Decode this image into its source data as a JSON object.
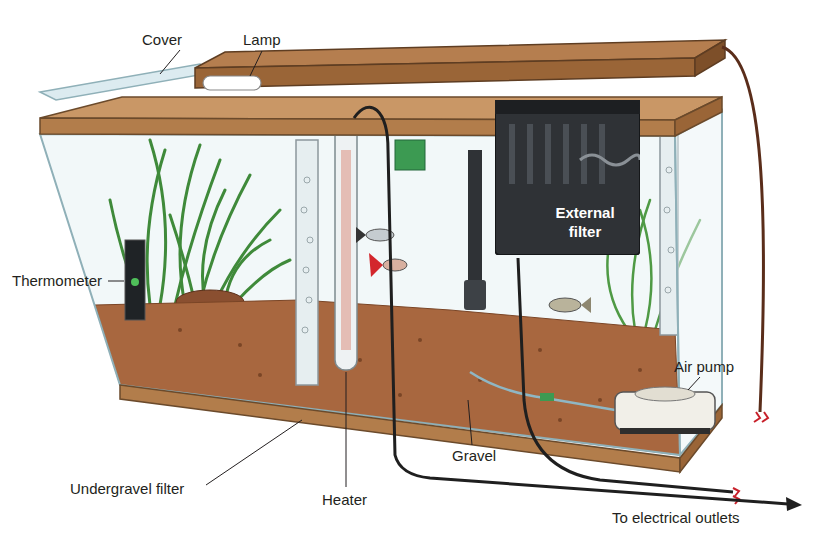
{
  "diagram": {
    "nodes": [
      {
        "text": [
          "External filter"
        ]
      }
    ],
    "labels": [
      "Cover",
      "Lamp",
      "Thermometer",
      "Undergravel filter",
      "Heater",
      "Gravel",
      "Air pump",
      "To electrical outlets"
    ]
  }
}
